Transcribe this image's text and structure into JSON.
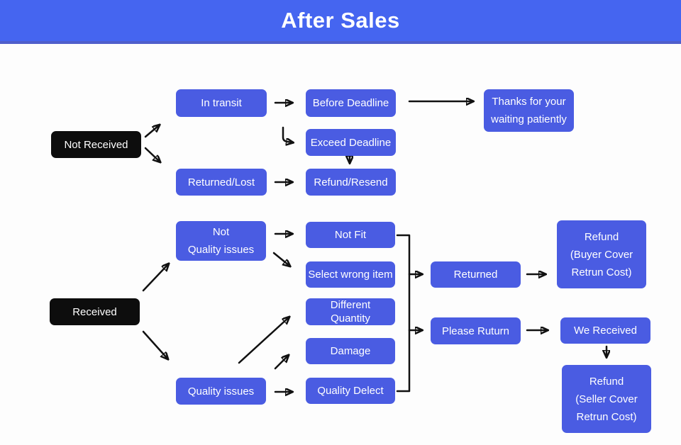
{
  "header": {
    "title": "After Sales"
  },
  "colors": {
    "header_bg": "#4565f0",
    "header_edge": "#4f5ecb",
    "node_bg": "#4a5ce2",
    "root_bg": "#0d0d0d",
    "arrow": "#111111",
    "node_text": "#ffffff"
  },
  "nodes": {
    "not_received": {
      "label": "Not Received"
    },
    "in_transit": {
      "label": "In transit"
    },
    "before_deadline": {
      "label": "Before Deadline"
    },
    "thanks": {
      "line1": "Thanks for your",
      "line2": "waiting patiently"
    },
    "exceed_deadline": {
      "label": "Exceed Deadline"
    },
    "refund_resend": {
      "label": "Refund/Resend"
    },
    "returned_lost": {
      "label": "Returned/Lost"
    },
    "received": {
      "label": "Received"
    },
    "not_quality_issues": {
      "line1": "Not",
      "line2": "Quality issues"
    },
    "quality_issues": {
      "label": "Quality issues"
    },
    "not_fit": {
      "label": "Not Fit"
    },
    "select_wrong_item": {
      "label": "Select wrong item"
    },
    "different_quantity": {
      "line1": "Different",
      "line2": "Quantity"
    },
    "damage": {
      "label": "Damage"
    },
    "quality_delect": {
      "label": "Quality Delect"
    },
    "returned": {
      "label": "Returned"
    },
    "please_ruturn": {
      "label": "Please Ruturn"
    },
    "refund_buyer": {
      "line1": "Refund",
      "line2": "(Buyer Cover",
      "line3": "Retrun Cost)"
    },
    "we_received": {
      "label": "We Received"
    },
    "refund_seller": {
      "line1": "Refund",
      "line2": "(Seller Cover",
      "line3": "Retrun Cost)"
    }
  }
}
